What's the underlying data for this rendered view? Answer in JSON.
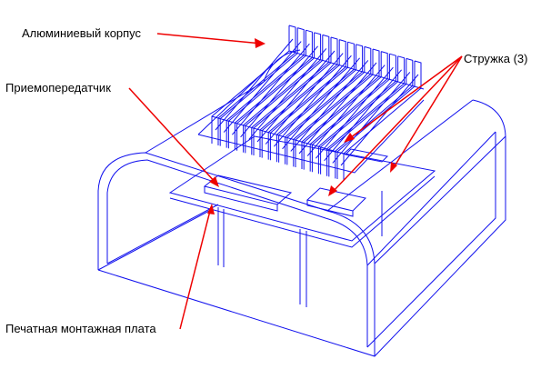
{
  "labels": {
    "housing": "Алюминиевый корпус",
    "transceiver": "Приемопередатчик",
    "shavings": "Стружка (3)",
    "pcb": "Печатная монтажная плата"
  },
  "colors": {
    "wireframe": "#1010ee",
    "arrow": "#ee0000"
  }
}
